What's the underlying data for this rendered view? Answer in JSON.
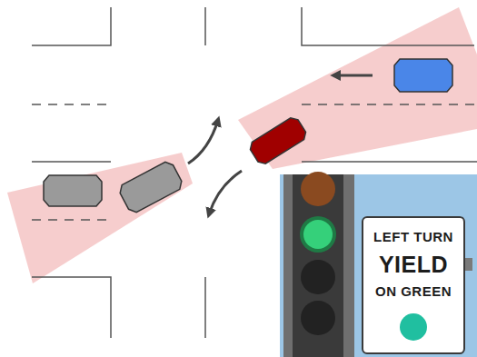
{
  "diagram": {
    "nodes": [
      {
        "text": [
          "LEFT TURN",
          "YIELD",
          "ON GREEN"
        ]
      }
    ]
  }
}
